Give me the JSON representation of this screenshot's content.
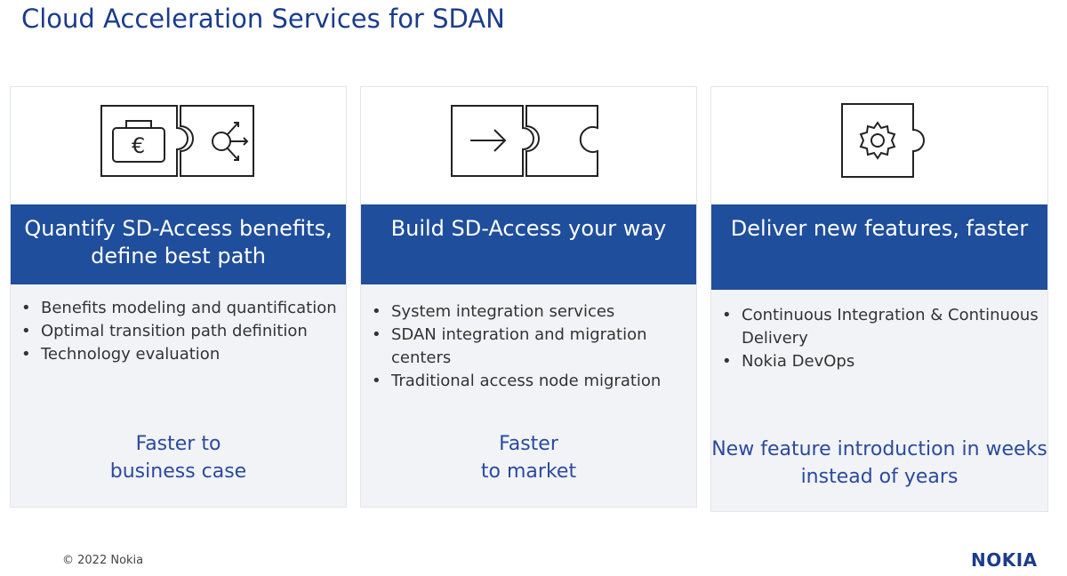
{
  "title": "Cloud Acceleration Services for SDAN",
  "cards": [
    {
      "heading": "Quantify SD-Access benefits, define best path",
      "icon": "puzzle-euro-briefcase-network-icon",
      "bullets": [
        "Benefits modeling and quantification",
        "Optimal transition path definition",
        "Technology evaluation"
      ],
      "outcome": "Faster to business case"
    },
    {
      "heading": "Build SD-Access your way",
      "icon": "puzzle-arrow-icon",
      "bullets": [
        "System integration services",
        "SDAN integration and migration centers",
        "Traditional access node migration"
      ],
      "outcome": "Faster to market"
    },
    {
      "heading": "Deliver new features, faster",
      "icon": "puzzle-gear-icon",
      "bullets": [
        "Continuous Integration & Continuous Delivery",
        "Nokia DevOps"
      ],
      "outcome": "New feature introduction in weeks instead of years"
    }
  ],
  "footer": {
    "copyright": "© 2022 Nokia",
    "logo": "NOKIA"
  },
  "colors": {
    "title": "#1a3c8c",
    "banner": "#1f4e9c",
    "outcome": "#2b4a9e",
    "body_bg": "#f1f3f6"
  }
}
